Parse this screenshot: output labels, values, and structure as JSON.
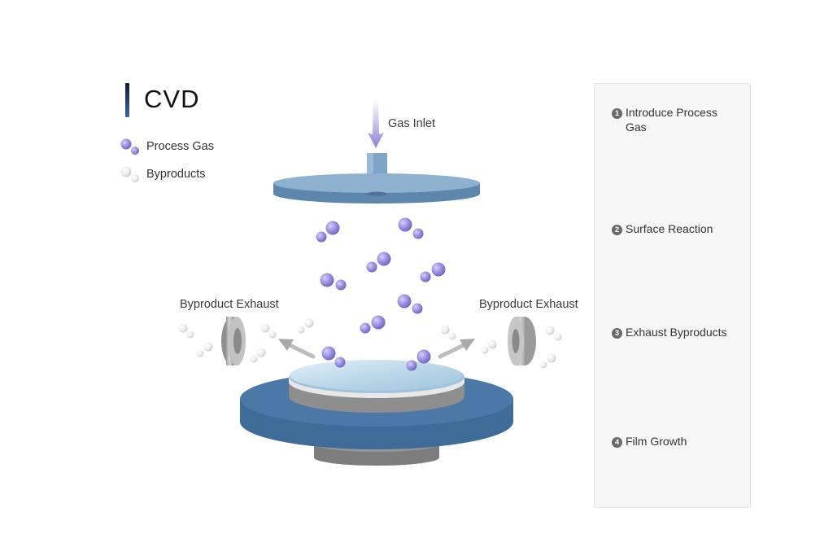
{
  "title": "CVD",
  "legend": {
    "process_gas": "Process Gas",
    "byproducts": "Byproducts"
  },
  "labels": {
    "gas_inlet": "Gas Inlet",
    "exhaust_left": "Byproduct Exhaust",
    "exhaust_right": "Byproduct Exhaust"
  },
  "steps": [
    {
      "num": "1",
      "line1": "Introduce Process",
      "line2": "Gas"
    },
    {
      "num": "2",
      "line1": "Surface Reaction",
      "line2": ""
    },
    {
      "num": "3",
      "line1": "Exhaust Byproducts",
      "line2": ""
    },
    {
      "num": "4",
      "line1": "Film Growth",
      "line2": ""
    }
  ],
  "colors": {
    "process_gas": "#8b7fd4",
    "byproduct": "#e3e3e3",
    "platen": "#4a77a8",
    "wafer": "#c2dcec",
    "showerhead": "#7fa5c8",
    "panel_bg": "#f6f6f6"
  }
}
